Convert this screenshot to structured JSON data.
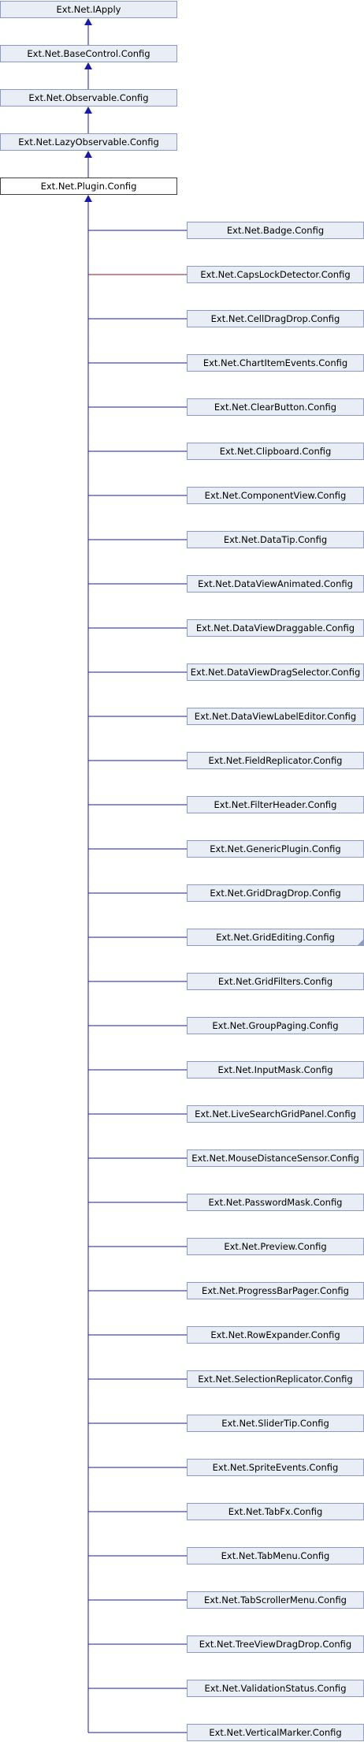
{
  "diagram": {
    "ancestors": [
      "Ext.Net.IApply",
      "Ext.Net.BaseControl.Config",
      "Ext.Net.Observable.Config",
      "Ext.Net.LazyObservable.Config"
    ],
    "current": "Ext.Net.Plugin.Config",
    "children": [
      "Ext.Net.Badge.Config",
      "Ext.Net.CapsLockDetector.Config",
      "Ext.Net.CellDragDrop.Config",
      "Ext.Net.ChartItemEvents.Config",
      "Ext.Net.ClearButton.Config",
      "Ext.Net.Clipboard.Config",
      "Ext.Net.ComponentView.Config",
      "Ext.Net.DataTip.Config",
      "Ext.Net.DataViewAnimated.Config",
      "Ext.Net.DataViewDraggable.Config",
      "Ext.Net.DataViewDragSelector.Config",
      "Ext.Net.DataViewLabelEditor.Config",
      "Ext.Net.FieldReplicator.Config",
      "Ext.Net.FilterHeader.Config",
      "Ext.Net.GenericPlugin.Config",
      "Ext.Net.GridDragDrop.Config",
      "Ext.Net.GridEditing.Config",
      "Ext.Net.GridFilters.Config",
      "Ext.Net.GroupPaging.Config",
      "Ext.Net.InputMask.Config",
      "Ext.Net.LiveSearchGridPanel.Config",
      "Ext.Net.MouseDistanceSensor.Config",
      "Ext.Net.PasswordMask.Config",
      "Ext.Net.Preview.Config",
      "Ext.Net.ProgressBarPager.Config",
      "Ext.Net.RowExpander.Config",
      "Ext.Net.SelectionReplicator.Config",
      "Ext.Net.SliderTip.Config",
      "Ext.Net.SpriteEvents.Config",
      "Ext.Net.TabFx.Config",
      "Ext.Net.TabMenu.Config",
      "Ext.Net.TabScrollerMenu.Config",
      "Ext.Net.TreeViewDragDrop.Config",
      "Ext.Net.ValidationStatus.Config",
      "Ext.Net.VerticalMarker.Config"
    ],
    "folded_child": "Ext.Net.GridEditing.Config",
    "colors": {
      "node_fill": "#e8edf6",
      "node_border": "#8b9bc4",
      "current_border": "#404040",
      "edge": "#1a1aa6",
      "edge_dark": "#8b1a1a"
    }
  }
}
